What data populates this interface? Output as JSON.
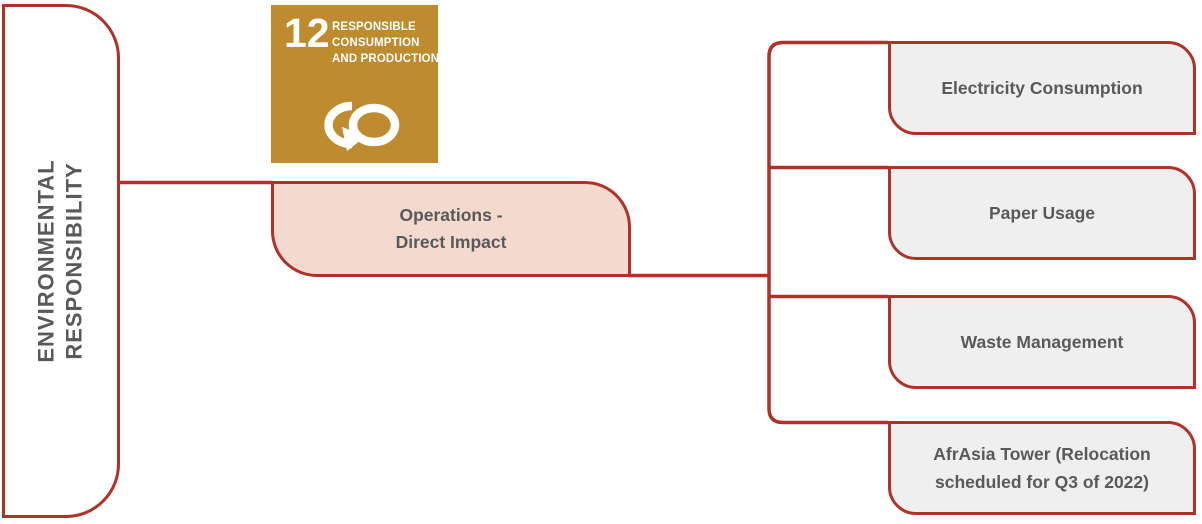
{
  "diagram": {
    "root_node": {
      "label_line1": "ENVIRONMENTAL",
      "label_line2": "RESPONSIBILITY"
    },
    "sdg_badge": {
      "number": "12",
      "title_lines": [
        "RESPONSIBLE",
        "CONSUMPTION",
        "AND PRODUCTION"
      ],
      "icon": "infinity-loop-icon",
      "background_color": "#BE8B2E",
      "text_color": "#FFFFFF"
    },
    "mid_node": {
      "label_line1": "Operations -",
      "label_line2": "Direct Impact"
    },
    "leaf_nodes": [
      {
        "label": "Electricity Consumption"
      },
      {
        "label": "Paper Usage"
      },
      {
        "label": "Waste Management"
      },
      {
        "label": "AfrAsia Tower (Relocation scheduled for Q3 of 2022)"
      }
    ],
    "colors": {
      "connector_red": "#AF3228",
      "root_fill": "#FFFFFF",
      "mid_fill": "#F3D9CE",
      "leaf_fill": "#EFEFEF",
      "label_text": "#58595B",
      "sdg_gold": "#BE8B2E"
    }
  }
}
